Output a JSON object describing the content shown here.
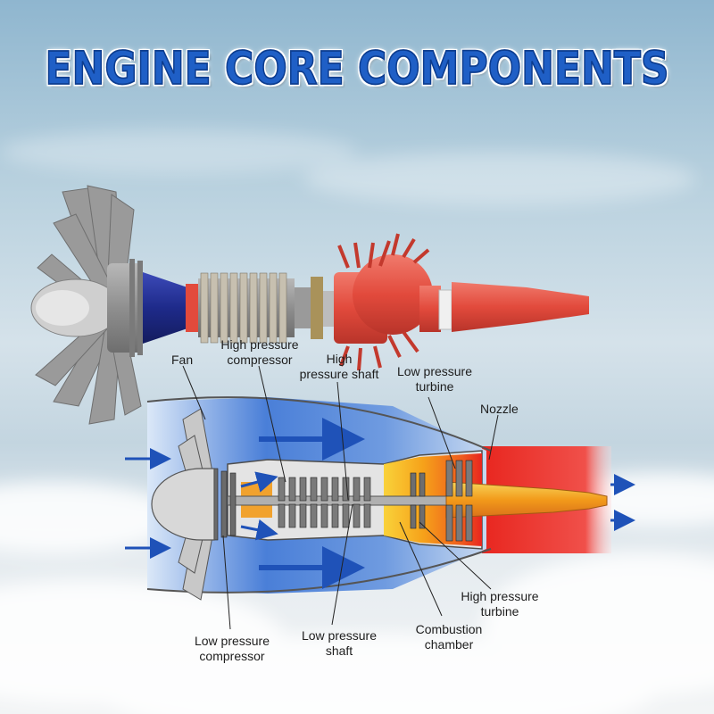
{
  "title": "ENGINE CORE COMPONENTS",
  "labels": {
    "fan": "Fan",
    "high_pressure_compressor_1": "High pressure",
    "high_pressure_compressor_2": "compressor",
    "high_pressure_shaft_1": "High",
    "high_pressure_shaft_2": "pressure shaft",
    "low_pressure_turbine_1": "Low pressure",
    "low_pressure_turbine_2": "turbine",
    "nozzle": "Nozzle",
    "low_pressure_compressor_1": "Low pressure",
    "low_pressure_compressor_2": "compressor",
    "low_pressure_shaft_1": "Low pressure",
    "low_pressure_shaft_2": "shaft",
    "combustion_chamber_1": "Combustion",
    "combustion_chamber_2": "chamber",
    "high_pressure_turbine_1": "High pressure",
    "high_pressure_turbine_2": "turbine"
  },
  "colors": {
    "title_blue": "#1f5fc6",
    "engine_blue": "#2b63c9",
    "hot_red": "#e8261f",
    "hot_orange": "#f6a21a",
    "model_grey": "#8a8a8a",
    "model_red": "#e24a3c",
    "model_navy": "#1e2a8a"
  }
}
